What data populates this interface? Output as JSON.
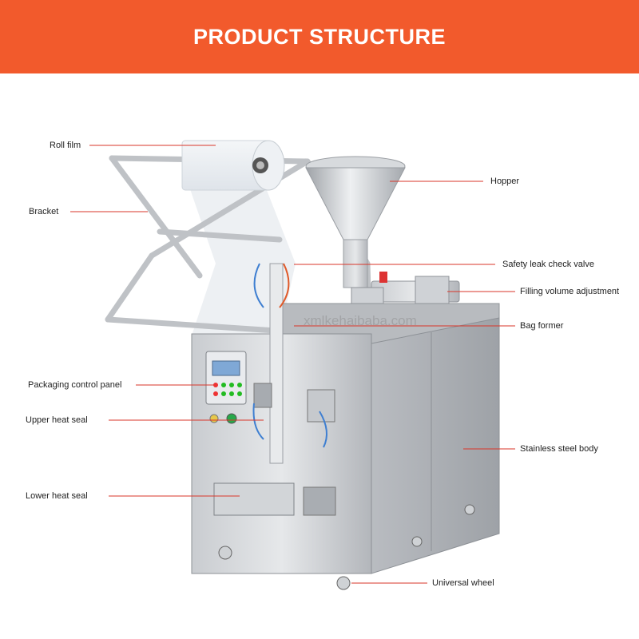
{
  "banner": {
    "title": "PRODUCT STRUCTURE",
    "color": "#f25a2c"
  },
  "watermark": "xmlkehaibaba.com",
  "labels": {
    "roll_film": "Roll film",
    "bracket": "Bracket",
    "packaging_control_panel": "Packaging control panel",
    "upper_heat_seal": "Upper heat seal",
    "lower_heat_seal": "Lower heat seal",
    "hopper": "Hopper",
    "safety_leak_check_valve": "Safety leak check valve",
    "filling_volume_adjustment": "Filling volume adjustment",
    "bag_former": "Bag former",
    "stainless_steel_body": "Stainless steel body",
    "universal_wheel": "Universal wheel"
  },
  "colors": {
    "leader": "#d9362a",
    "steel_light": "#d8dadd",
    "steel_dark": "#a8abb0"
  }
}
